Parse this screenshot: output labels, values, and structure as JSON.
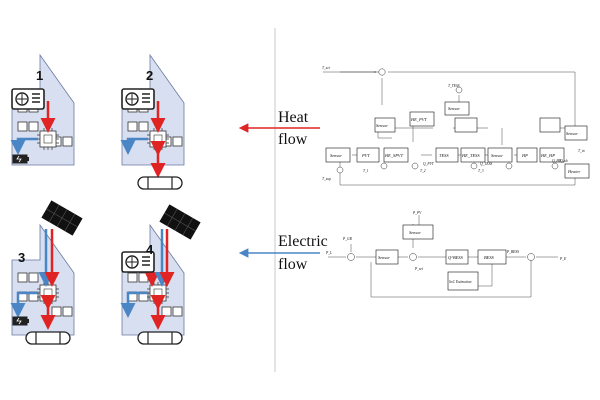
{
  "colors": {
    "house": "#d7dff1",
    "heat": "#e02424",
    "electric": "#4a86c5",
    "divider": "#c8c8c8",
    "text": "#111111"
  },
  "scenarios": [
    {
      "number": "1",
      "source": "heat-pump",
      "storage": "battery"
    },
    {
      "number": "2",
      "source": "heat-pump",
      "storage": "ev"
    },
    {
      "number": "3",
      "source": "pv-panel",
      "storage": "battery-and-ev"
    },
    {
      "number": "4",
      "source": "heat-pump-and-pv",
      "storage": "ev"
    }
  ],
  "flows": {
    "heat": {
      "line1": "Heat",
      "line2": "flow"
    },
    "electric": {
      "line1": "Electric",
      "line2": "flow"
    }
  },
  "heat_diagram": {
    "blocks": [
      "Sensor",
      "PVT",
      "HE_SPVT",
      "HE_PVT",
      "TESS",
      "HE_TESS",
      "Sensor",
      "HP",
      "HE_HP",
      "Sensor",
      "Sensor",
      "Sensor",
      "Heater"
    ],
    "signals": [
      "T_set",
      "T_sup",
      "T_1",
      "T_2",
      "T_3",
      "T_in",
      "T_TESS",
      "Q_TESS",
      "Q_HP",
      "Q_PVT",
      "Q_sh"
    ]
  },
  "electric_diagram": {
    "blocks": [
      "Sensor",
      "Sensor",
      "Q^BESS",
      "BESS",
      "SoC Estimation"
    ],
    "signals": [
      "P_PV",
      "P_GR",
      "P_L",
      "P_set",
      "P_BESS",
      "P_E"
    ]
  }
}
